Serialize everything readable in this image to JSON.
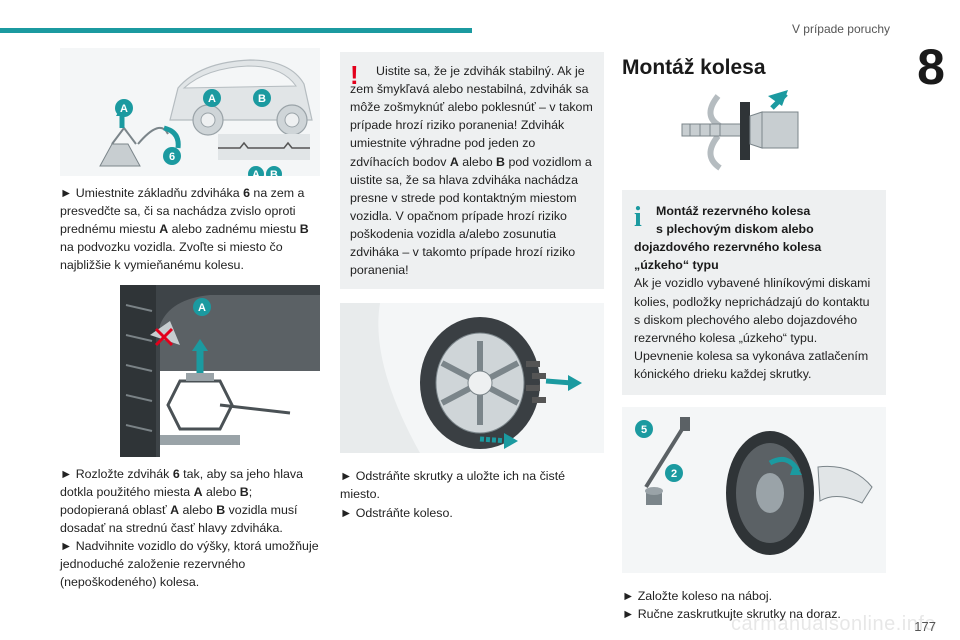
{
  "header": {
    "section_title": "V prípade poruchy",
    "chapter_number": "8"
  },
  "footer": {
    "page_number": "177",
    "watermark": "carmanualsonline.info"
  },
  "col1": {
    "figure1_labels": {
      "a": "A",
      "b": "B",
      "six": "6"
    },
    "para1": "► Umiestnite základňu zdviháka 6 na zem a presvedčte sa, či sa nachádza zvislo oproti prednému miestu A alebo zadnému miestu B na podvozku vozidla. Zvoľte si miesto čo najbližšie k vymieňanému kolesu.",
    "para1_parts": [
      "► Umiestnite základňu zdviháka ",
      "6",
      " na zem a presvedčte sa, či sa nachádza zvislo oproti prednému miestu ",
      "A",
      " alebo zadnému miestu ",
      "B",
      " na podvozku vozidla. Zvoľte si miesto čo najbližšie k vymieňanému kolesu."
    ],
    "figure2_label": "A",
    "para2_parts": [
      "► Rozložte zdvihák ",
      "6",
      " tak, aby sa jeho hlava dotkla použitého miesta ",
      "A",
      " alebo ",
      "B",
      "; podopieraná oblasť ",
      "A",
      " alebo ",
      "B",
      " vozidla musí dosadať na strednú časť hlavy zdviháka."
    ],
    "para3": "► Nadvihnite vozidlo do výšky, ktorá umožňuje jednoduché založenie rezervného (nepoškodeného) kolesa."
  },
  "col2": {
    "warning_mark": "!",
    "warning_parts": [
      "Uistite sa, že je zdvihák stabilný. Ak je zem šmykľavá alebo nestabilná, zdvihák sa môže zošmyknúť alebo poklesnúť – v takom prípade hrozí riziko poranenia! Zdvihák umiestnite výhradne pod jeden zo zdvíhacích bodov ",
      "A",
      " alebo ",
      "B",
      " pod vozidlom a uistite sa, že sa hlava zdviháka nachádza presne v strede pod kontaktným miestom vozidla. V opačnom prípade hrozí riziko poškodenia vozidla a/alebo zosunutia zdviháka – v takomto prípade hrozí riziko poranenia!"
    ],
    "para1": "► Odstráňte skrutky a uložte ich na čisté miesto.",
    "para2": "► Odstráňte koleso."
  },
  "col3": {
    "heading": "Montáž kolesa",
    "info_mark": "i",
    "info_title_line1": "Montáž rezervného kolesa",
    "info_title_rest": "s plechovým diskom alebo dojazdového rezervného kolesa „úzkeho“ typu",
    "info_body": "Ak je vozidlo vybavené hliníkovými diskami kolies, podložky neprichádzajú do kontaktu s diskom plechového alebo dojazdového rezervného kolesa „úzkeho“ typu. Upevnenie kolesa sa vykonáva zatlačením kónického drieku každej skrutky.",
    "figure_labels": {
      "five": "5",
      "two": "2"
    },
    "para1": "► Založte koleso na náboj.",
    "para2": "► Ručne zaskrutkujte skrutky na doraz."
  },
  "colors": {
    "accent": "#1b9aa0",
    "warning": "#e3001b",
    "box_bg": "#eef0f1"
  }
}
